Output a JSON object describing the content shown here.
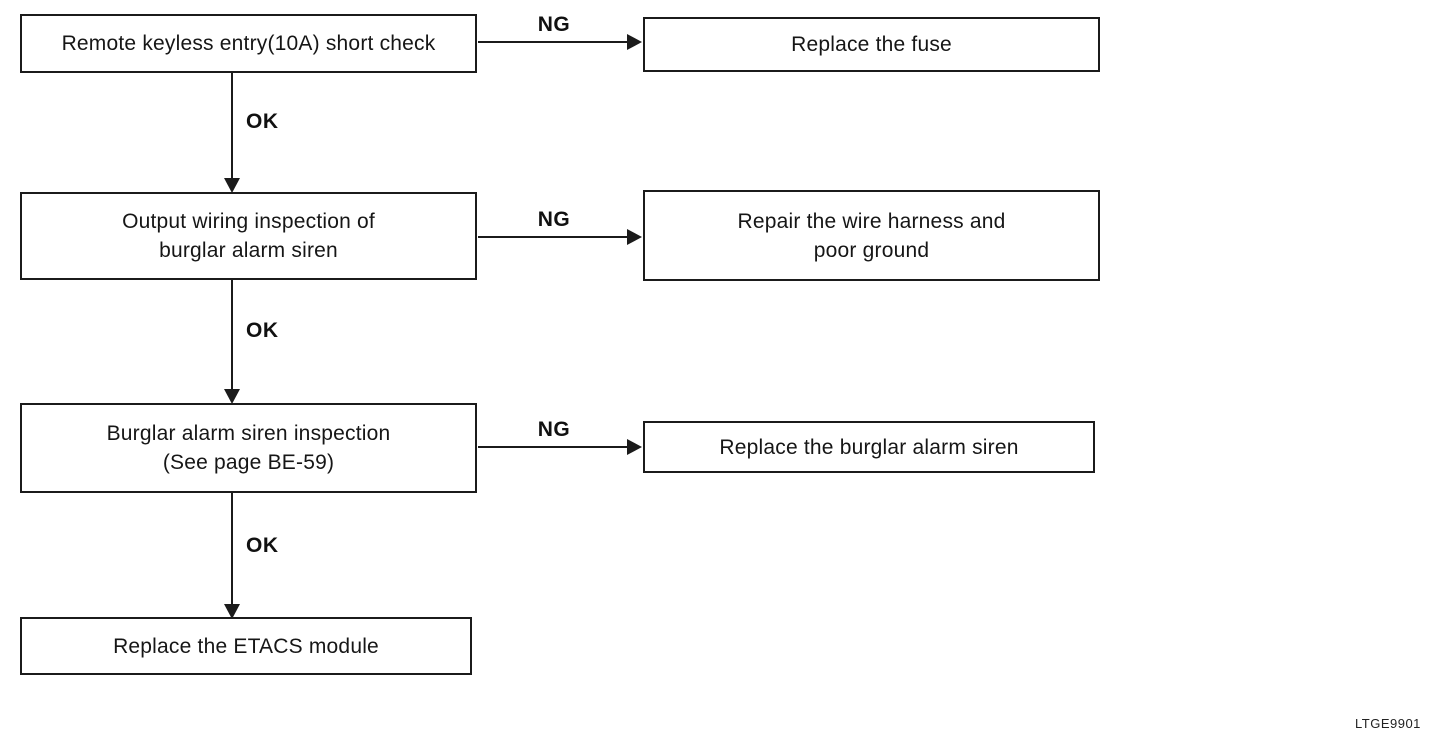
{
  "diagram": {
    "title_hint": "Burglar alarm siren troubleshooting flowchart",
    "labels": {
      "ok": "OK",
      "ng": "NG"
    },
    "steps": [
      {
        "text_lines": [
          "Remote keyless entry(10A) short check"
        ],
        "ng_result_lines": [
          "Replace the fuse"
        ]
      },
      {
        "text_lines": [
          "Output wiring inspection of",
          "burglar alarm siren"
        ],
        "ng_result_lines": [
          "Repair the wire harness and",
          "poor ground"
        ]
      },
      {
        "text_lines": [
          "Burglar alarm siren inspection",
          "(See page BE-59)"
        ],
        "ng_result_lines": [
          "Replace the burglar alarm siren"
        ]
      },
      {
        "text_lines": [
          "Replace the ETACS module"
        ]
      }
    ],
    "code_label": "LTGE9901",
    "colors": {
      "line": "#1b1b1b",
      "text": "#161616",
      "background": "#ffffff"
    }
  }
}
